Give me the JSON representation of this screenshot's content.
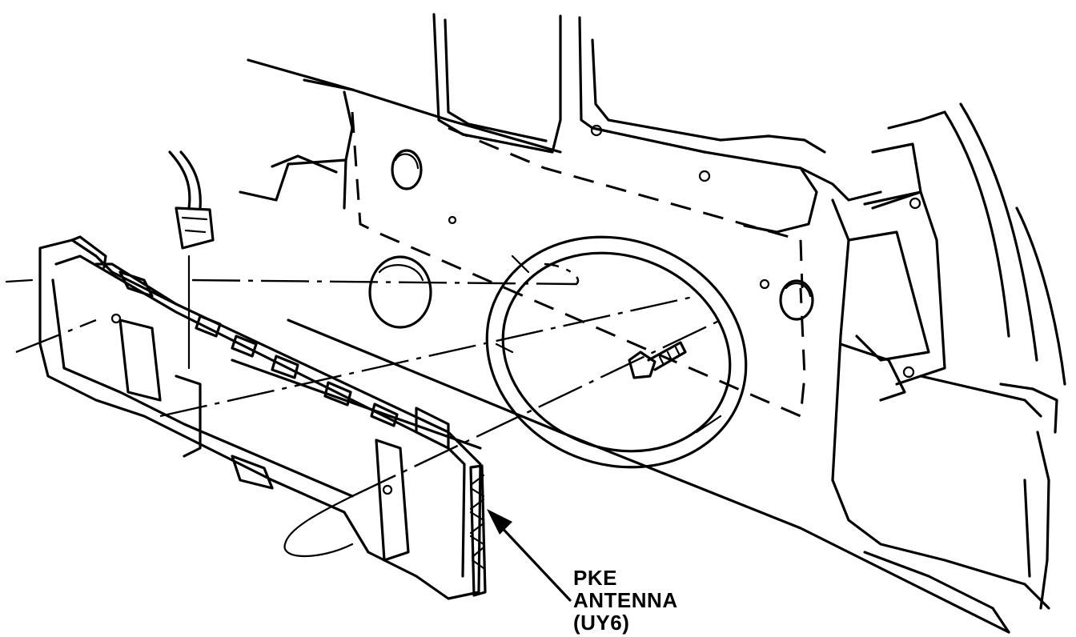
{
  "callout": {
    "line1": "PKE",
    "line2": "ANTENNA",
    "line3": "(UY6)"
  }
}
